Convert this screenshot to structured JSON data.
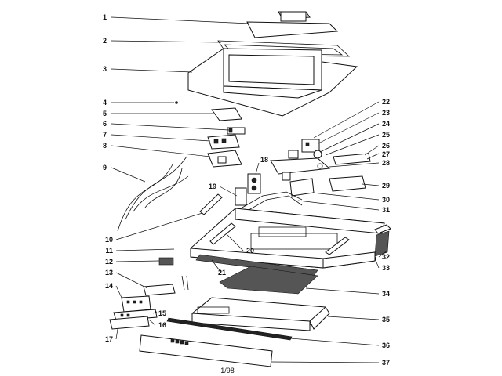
{
  "diagram": {
    "footer_code": "1/98",
    "left_labels": [
      "1",
      "2",
      "3",
      "4",
      "5",
      "6",
      "7",
      "8",
      "9",
      "10",
      "11",
      "12",
      "13",
      "14",
      "15",
      "16",
      "17"
    ],
    "right_labels": [
      "22",
      "23",
      "24",
      "25",
      "26",
      "27",
      "28",
      "29",
      "30",
      "31",
      "32",
      "33",
      "34",
      "35",
      "36",
      "37"
    ],
    "inner_labels": [
      "18",
      "19",
      "20",
      "21"
    ]
  }
}
